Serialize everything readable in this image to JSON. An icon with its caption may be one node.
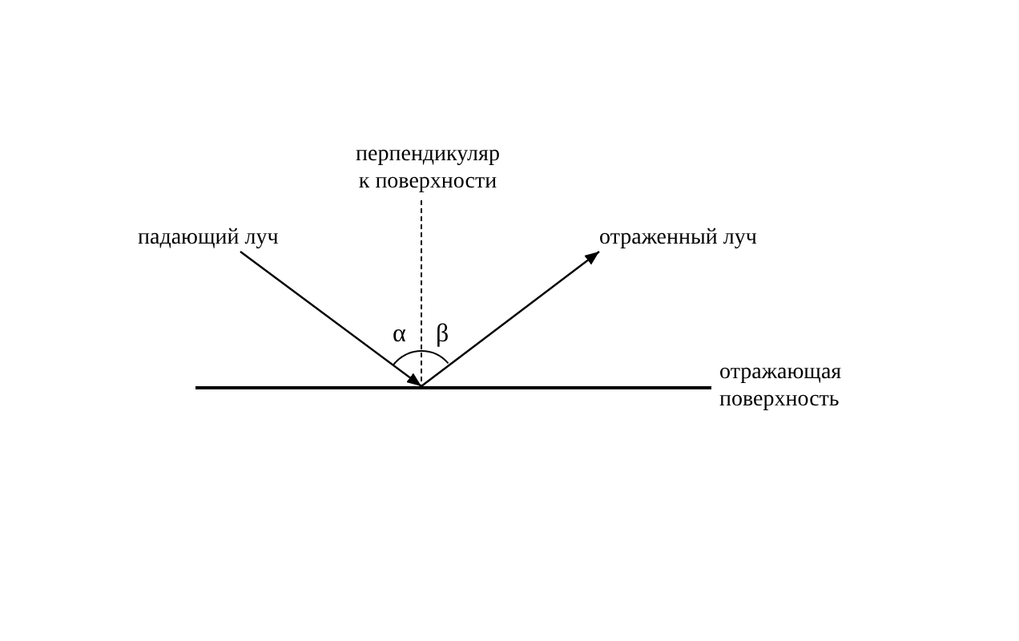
{
  "diagram": {
    "nodes": [
      {
        "text": [
          "перпендикуляр к поверхности"
        ]
      },
      {
        "text": [
          "падающий луч"
        ]
      },
      {
        "text": [
          "отраженный луч"
        ]
      },
      {
        "text": [
          "отражающая поверхность"
        ]
      },
      {
        "text": [],
        "shape": "bar"
      }
    ],
    "edges": [
      {
        "from": 0,
        "to": 4,
        "arrow": "none",
        "style": "dashed"
      },
      {
        "from": 1,
        "to": 4,
        "arrow": "to"
      },
      {
        "from": 4,
        "to": 2,
        "arrow": "to"
      }
    ],
    "labels": [
      "α",
      "β"
    ]
  }
}
